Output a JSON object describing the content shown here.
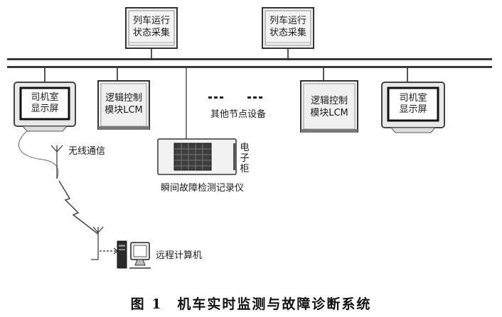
{
  "diagram": {
    "top_nodes": [
      {
        "line1": "列车运行",
        "line2": "状态采集"
      },
      {
        "line1": "列车运行",
        "line2": "状态采集"
      }
    ],
    "driver_screens": [
      {
        "line1": "司机室",
        "line2": "显示屏"
      },
      {
        "line1": "司机室",
        "line2": "显示屏"
      }
    ],
    "logic_modules": [
      {
        "line1": "逻辑控制",
        "line2": "模块LCM"
      },
      {
        "line1": "逻辑控制",
        "line2": "模块LCM"
      }
    ],
    "other_nodes_label": "其他节点设备",
    "cabinet_label": "电子柜",
    "recorder_label": "瞬间故障检测记录仪",
    "wireless_label": "无线通信",
    "remote_computer_label": "远程计算机"
  },
  "caption": {
    "text": "图 1　机车实时监测与故障诊断系统"
  }
}
